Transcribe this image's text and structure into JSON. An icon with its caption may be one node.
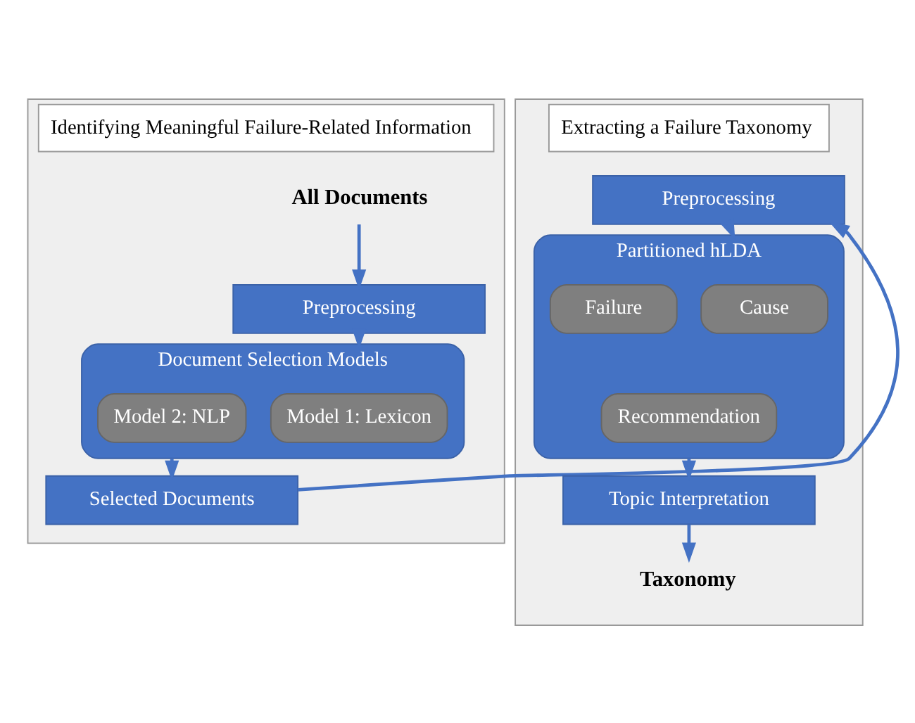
{
  "diagram": {
    "nodes": [
      {
        "text": [
          "Identifying Meaningful Failure-Related Information"
        ]
      },
      {
        "text": [
          "All Documents"
        ],
        "in": 0
      },
      {
        "text": [
          "Preprocessing"
        ],
        "in": 0
      },
      {
        "text": [
          "Document Selection Models"
        ],
        "in": 0
      },
      {
        "text": [
          "Model 1: Lexicon"
        ],
        "in": 3
      },
      {
        "text": [
          "Model 2: NLP"
        ],
        "in": 3
      },
      {
        "text": [
          "Selected Documents"
        ],
        "in": 0
      },
      {
        "text": [
          "Extracting a Failure Taxonomy"
        ]
      },
      {
        "text": [
          "Preprocessing"
        ],
        "in": 7
      },
      {
        "text": [
          "Partitioned hLDA"
        ],
        "in": 7
      },
      {
        "text": [
          "Cause"
        ],
        "in": 9
      },
      {
        "text": [
          "Failure"
        ],
        "in": 9
      },
      {
        "text": [
          "Recommendation"
        ],
        "in": 9
      },
      {
        "text": [
          "Topic Interpretation"
        ],
        "in": 7
      },
      {
        "text": [
          "Taxonomy"
        ],
        "in": 7
      }
    ],
    "edges": [
      {
        "from": 1,
        "to": 2,
        "arrow": "to"
      },
      {
        "from": 2,
        "to": 3,
        "arrow": "to"
      },
      {
        "from": 3,
        "to": 6,
        "arrow": "to"
      },
      {
        "from": 6,
        "to": 8,
        "arrow": "to"
      },
      {
        "from": 8,
        "to": 9,
        "arrow": "to"
      },
      {
        "from": 9,
        "to": 13,
        "arrow": "to"
      },
      {
        "from": 13,
        "to": 14,
        "arrow": "to"
      }
    ]
  }
}
